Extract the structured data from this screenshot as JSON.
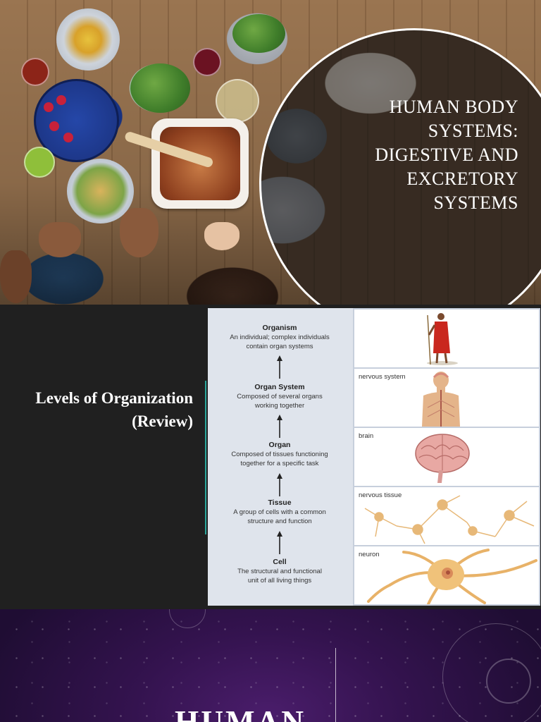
{
  "slide1": {
    "title_lines": [
      "Human Body",
      "Systems:",
      "Digestive and",
      "Excretory",
      "Systems"
    ]
  },
  "slide2": {
    "title_lines": [
      "Levels of Organization",
      "(Review)"
    ],
    "hierarchy": [
      {
        "name": "Organism",
        "desc_lines": [
          "An individual; complex individuals",
          "contain organ systems"
        ]
      },
      {
        "name": "Organ System",
        "desc_lines": [
          "Composed of several organs",
          "working together"
        ]
      },
      {
        "name": "Organ",
        "desc_lines": [
          "Composed of tissues functioning",
          "together for a specific task"
        ]
      },
      {
        "name": "Tissue",
        "desc_lines": [
          "A group of cells with a common",
          "structure and function"
        ]
      },
      {
        "name": "Cell",
        "desc_lines": [
          "The structural and functional",
          "unit of all living things"
        ]
      }
    ],
    "panels": [
      {
        "label": "",
        "icon": "person-icon"
      },
      {
        "label": "nervous system",
        "icon": "nervous-system-icon"
      },
      {
        "label": "brain",
        "icon": "brain-icon"
      },
      {
        "label": "nervous tissue",
        "icon": "nervous-tissue-icon"
      },
      {
        "label": "neuron",
        "icon": "neuron-icon"
      }
    ],
    "accent_color": "#2ba69b"
  },
  "slide3": {
    "title_partial": "Human"
  }
}
